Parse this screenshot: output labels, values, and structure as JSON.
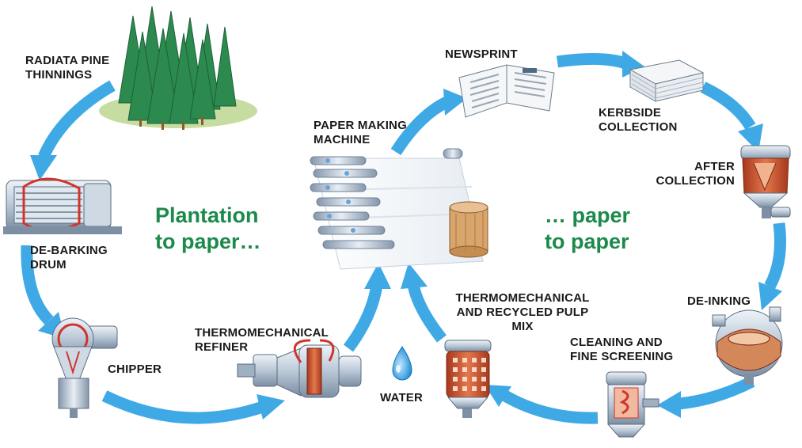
{
  "labels": {
    "radiata": "RADIATA PINE\nTHINNINGS",
    "debarking": "DE-BARKING\nDRUM",
    "chipper": "CHIPPER",
    "refiner": "THERMOMECHANICAL\nREFINER",
    "water": "WATER",
    "paper_machine": "PAPER MAKING\nMACHINE",
    "newsprint": "NEWSPRINT",
    "kerbside": "KERBSIDE\nCOLLECTION",
    "after": "AFTER\nCOLLECTION",
    "deinking": "DE-INKING",
    "cleaning": "CLEANING AND\nFINE SCREENING",
    "pulp_mix": "THERMOMECHANICAL\nAND RECYCLED PULP\nMIX"
  },
  "headings": {
    "left": "Plantation\nto paper…",
    "right": "… paper\nto paper"
  },
  "colors": {
    "arrow": "#3fa9e6",
    "heading": "#1b8a4a"
  },
  "icons": {
    "forest": "pine-forest-icon",
    "drum": "debarking-drum-icon",
    "chipper": "chipper-icon",
    "refiner": "refiner-icon",
    "water": "water-drop-icon",
    "paper_machine": "paper-machine-icon",
    "newsprint": "newspaper-icon",
    "bundle": "newspaper-bundle-icon",
    "pulper": "pulper-icon",
    "deinker": "deinking-cell-icon",
    "cleaner": "cleaner-icon",
    "mixer": "pulp-mix-tank-icon"
  }
}
